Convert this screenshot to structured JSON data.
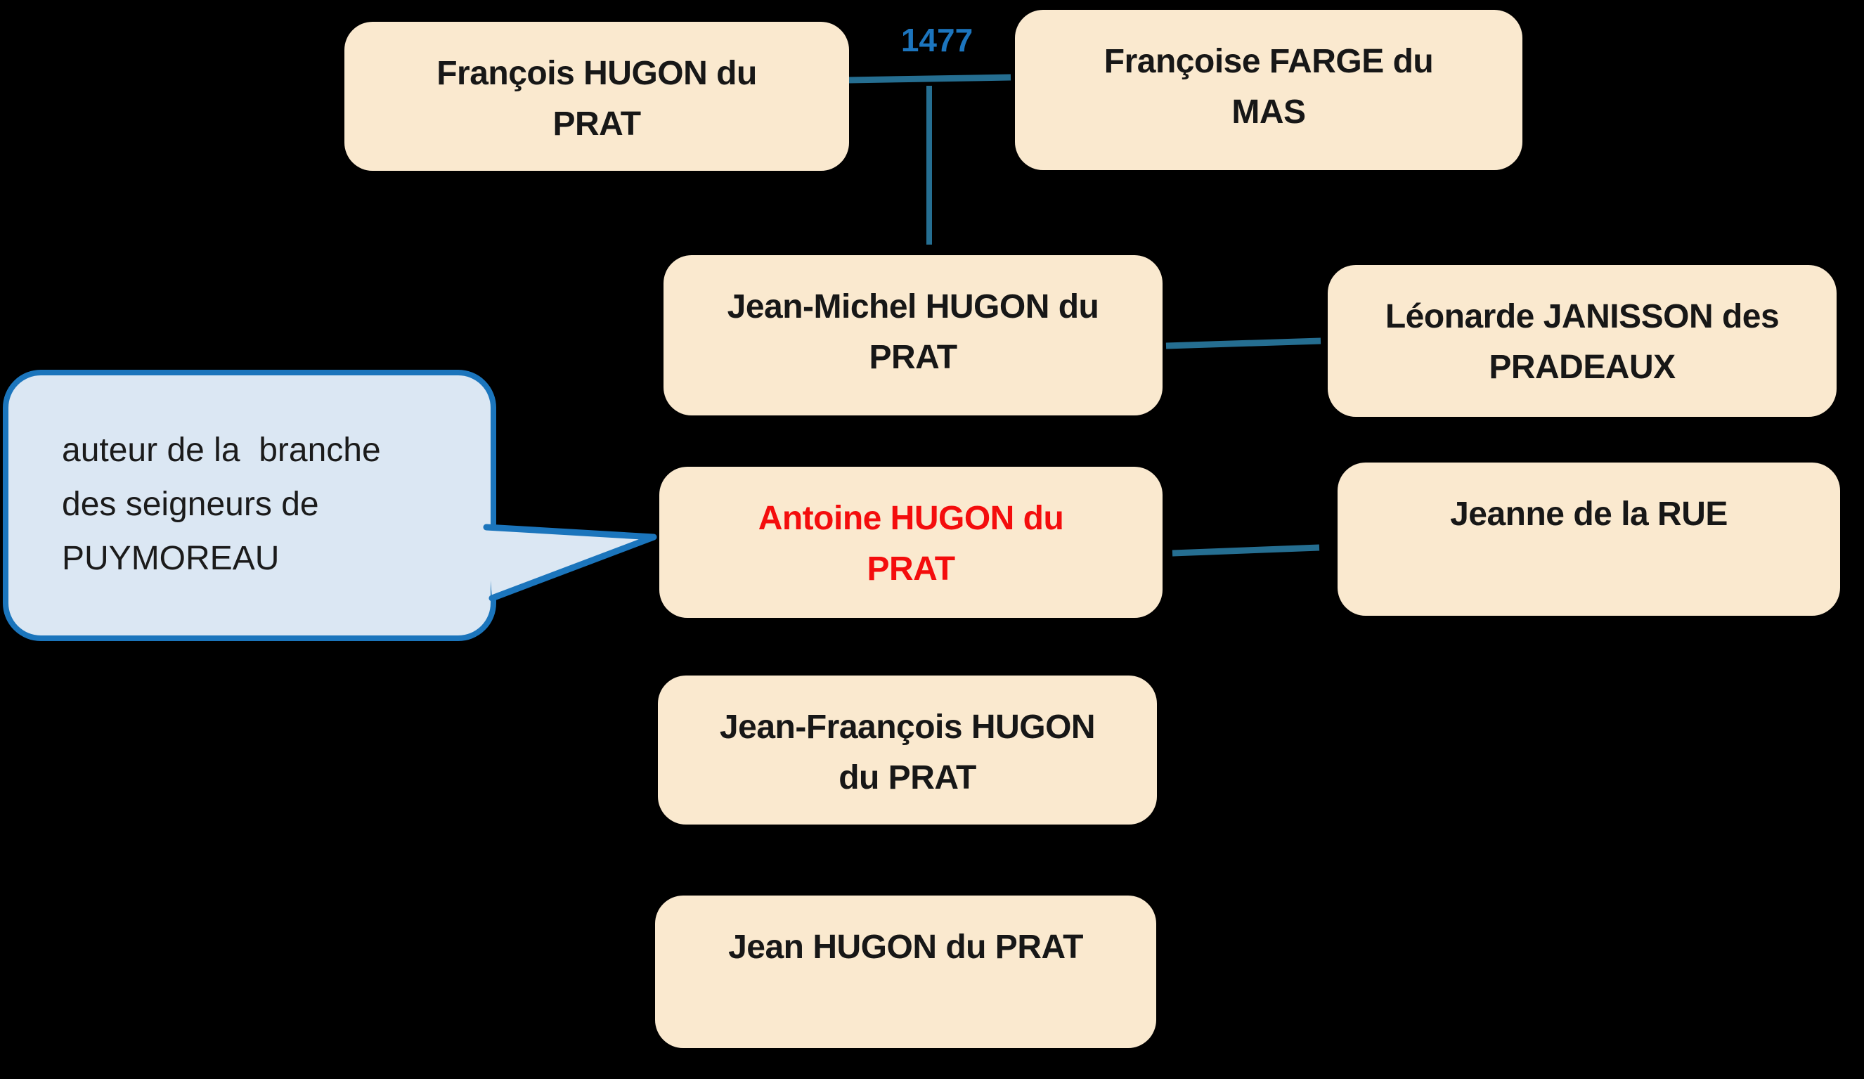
{
  "diagram": {
    "title_context": "family-tree",
    "year_label": "1477",
    "colors": {
      "background": "#000000",
      "node_fill": "#FAE9CF",
      "node_text": "#171717",
      "highlight_text": "#F40D0D",
      "connector": "#256E91",
      "year_text": "#1C75BE",
      "callout_fill": "#DBE7F3",
      "callout_border": "#1B75BC",
      "callout_text": "#1B1B1B"
    },
    "nodes": [
      {
        "id": "francois-hugon-du-prat",
        "lines": [
          "François HUGON du",
          "PRAT"
        ]
      },
      {
        "id": "francoise-farge-du-mas",
        "lines": [
          "Françoise FARGE du",
          "MAS"
        ]
      },
      {
        "id": "jean-michel-hugon-du-prat",
        "lines": [
          "Jean-Michel HUGON du",
          "PRAT"
        ]
      },
      {
        "id": "leonarde-janisson-des-pradeaux",
        "lines": [
          "Léonarde JANISSON des",
          "PRADEAUX"
        ]
      },
      {
        "id": "antoine-hugon-du-prat",
        "lines": [
          "Antoine HUGON du",
          "PRAT"
        ]
      },
      {
        "id": "jeanne-de-la-rue",
        "lines": [
          "Jeanne de la RUE"
        ]
      },
      {
        "id": "jean-fraancois-hugon-du-prat",
        "lines": [
          "Jean-Fraançois HUGON",
          "du PRAT"
        ]
      },
      {
        "id": "jean-hugon-du-prat",
        "lines": [
          "Jean HUGON du PRAT"
        ]
      }
    ],
    "callout": {
      "lines": [
        "auteur de la  branche",
        "des seigneurs de",
        "PUYMOREAU"
      ]
    }
  }
}
